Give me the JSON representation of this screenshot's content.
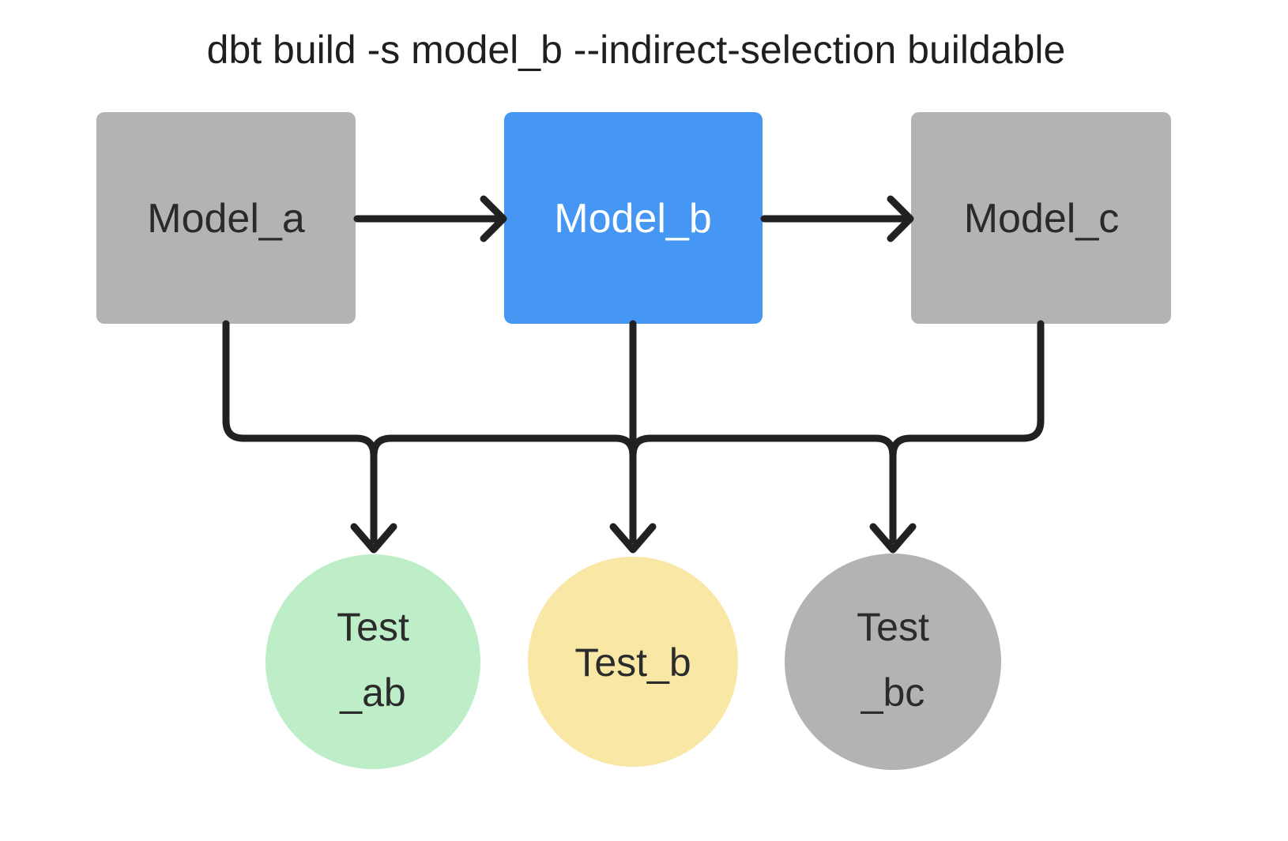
{
  "title": "dbt build -s model_b --indirect-selection buildable",
  "colors": {
    "background": "#ffffff",
    "line": "#212121",
    "title": "#1f1f1f",
    "test_text": "#2b2b2b"
  },
  "models": [
    {
      "label": "Model_a",
      "fill": "#b3b3b3",
      "text_color": "#2a2a2a"
    },
    {
      "label": "Model_b",
      "fill": "#4696f3",
      "text_color": "#ffffff"
    },
    {
      "label": "Model_c",
      "fill": "#b3b3b3",
      "text_color": "#2a2a2a"
    }
  ],
  "tests": [
    {
      "lines": [
        "Test",
        "_ab"
      ],
      "fill": "#bdeec7"
    },
    {
      "lines": [
        "Test_b"
      ],
      "fill": "#f9e7a6"
    },
    {
      "lines": [
        "Test",
        "_bc"
      ],
      "fill": "#b3b3b3"
    }
  ],
  "edges": {
    "model_arrows": [
      {
        "from": "Model_a",
        "to": "Model_b"
      },
      {
        "from": "Model_b",
        "to": "Model_c"
      }
    ],
    "bus_sources": [
      "Model_a",
      "Model_b",
      "Model_c"
    ],
    "bus_targets": [
      "Test_ab",
      "Test_b",
      "Test_bc"
    ]
  }
}
